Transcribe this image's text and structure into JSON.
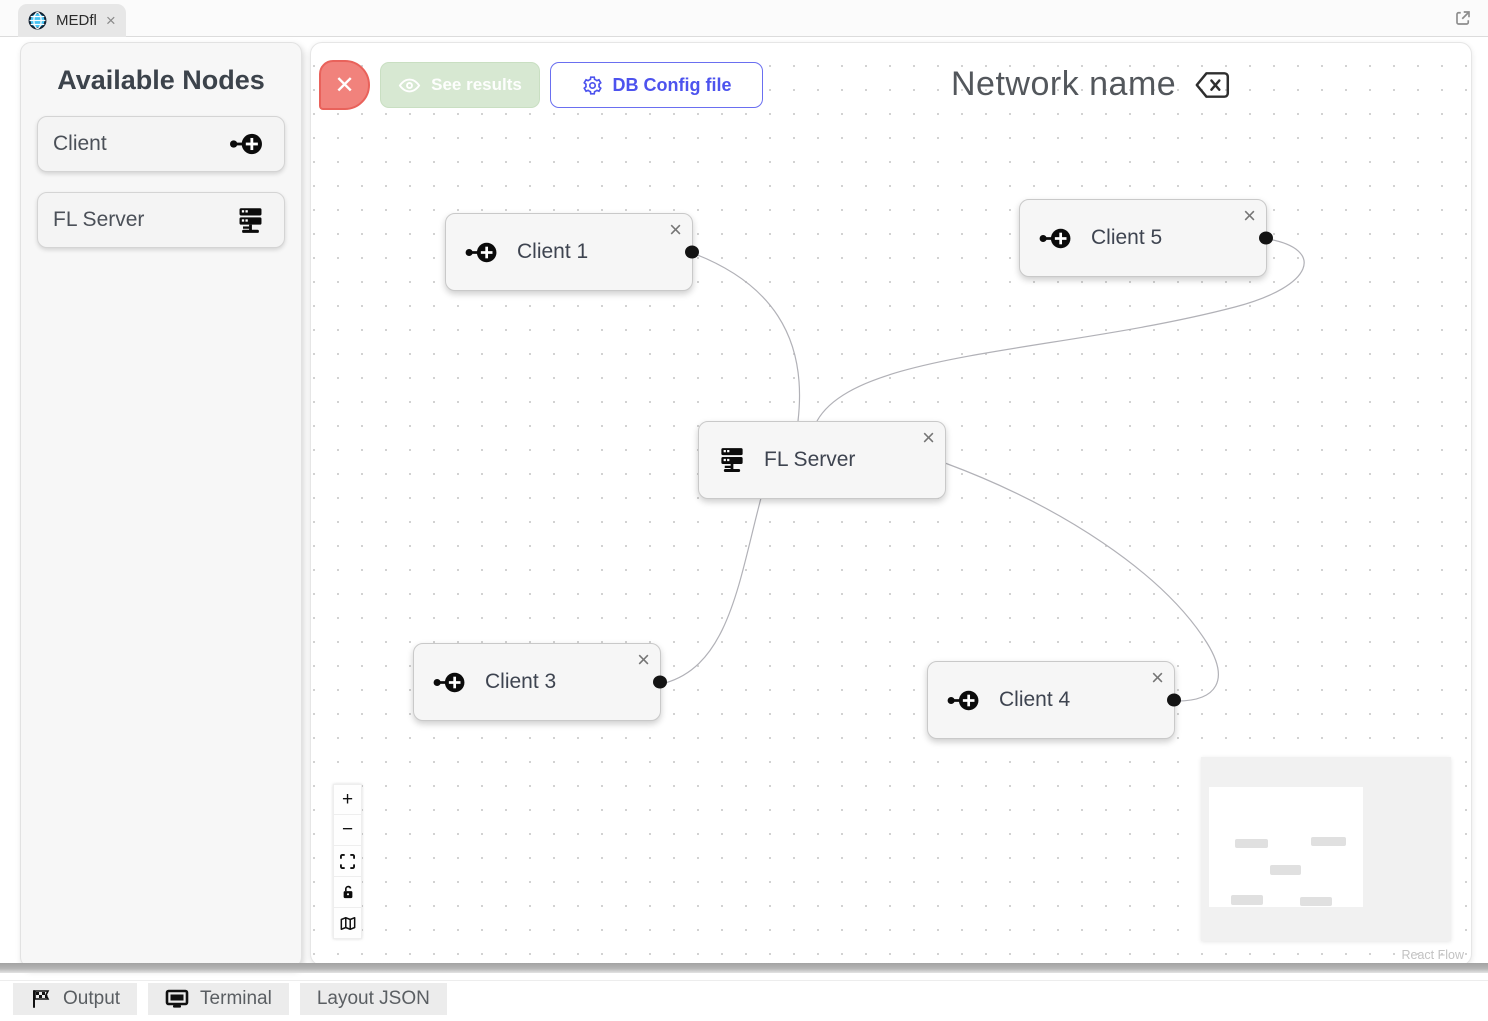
{
  "window": {
    "tab_title": "MEDfl",
    "tab_close_label": "×"
  },
  "sidebar": {
    "title": "Available Nodes",
    "items": [
      {
        "label": "Client",
        "icon": "client-add-node-icon"
      },
      {
        "label": "FL Server",
        "icon": "server-icon"
      }
    ]
  },
  "toolbar": {
    "delete_label": "✕",
    "see_results_label": "See results",
    "db_config_label": "DB Config file"
  },
  "network_title": {
    "label": "Network name"
  },
  "canvas": {
    "nodes": [
      {
        "label": "Client 1",
        "type": "client",
        "close_label": "×"
      },
      {
        "label": "Client 5",
        "type": "client",
        "close_label": "×"
      },
      {
        "label": "FL Server",
        "type": "server",
        "close_label": "×"
      },
      {
        "label": "Client 3",
        "type": "client",
        "close_label": "×"
      },
      {
        "label": "Client 4",
        "type": "client",
        "close_label": "×"
      }
    ],
    "edges": [
      {
        "from": "Client 1",
        "to": "FL Server"
      },
      {
        "from": "Client 5",
        "to": "FL Server"
      },
      {
        "from": "FL Server",
        "to": "Client 3"
      },
      {
        "from": "FL Server",
        "to": "Client 4"
      }
    ],
    "attribution": "React Flow"
  },
  "controls": {
    "zoom_in": "+",
    "zoom_out": "−",
    "fit_view": "fit-view-icon",
    "lock": "unlock-icon",
    "minimap_toggle": "map-icon"
  },
  "bottom_bar": {
    "tabs": [
      {
        "label": "Output",
        "icon": "flag-icon"
      },
      {
        "label": "Terminal",
        "icon": "terminal-icon"
      },
      {
        "label": "Layout JSON"
      }
    ]
  },
  "colors": {
    "accent_blue": "#4d53ee",
    "button_green_bg": "#d7e8d2",
    "button_red_bg": "#f1827c",
    "edge": "#b1b1b7",
    "handle": "#141414"
  }
}
